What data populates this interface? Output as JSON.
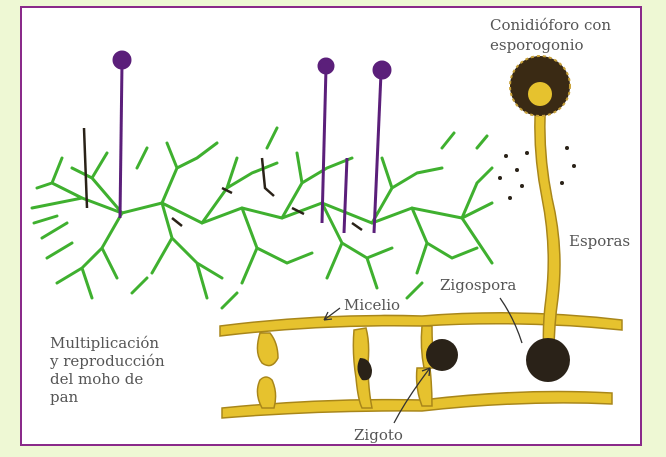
{
  "labels": {
    "conidioforo_line1": "Conidióforo con",
    "conidioforo_line2": "esporogonio",
    "esporas": "Esporas",
    "zigospora": "Zigospora",
    "micelio": "Micelio",
    "multiplicacion_line1": "Multiplicación",
    "multiplicacion_line2": "y reproducción",
    "multiplicacion_line3": "del moho de",
    "multiplicacion_line4": "pan",
    "zigoto": "Zigoto"
  },
  "colors": {
    "background": "#eef8d4",
    "frame_border": "#8a2a8a",
    "hyphae_green": "#3fb02f",
    "sporangium_purple": "#5b1f7a",
    "mycelium_yellow": "#e6c22e",
    "dark_spore": "#2a2218"
  }
}
